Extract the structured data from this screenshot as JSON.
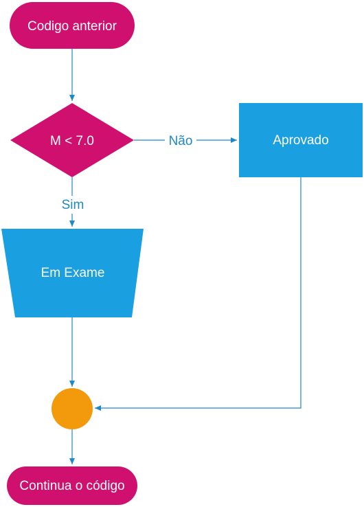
{
  "colors": {
    "terminal": "#d0106e",
    "process": "#1a9fe0",
    "connector": "#f29a0c",
    "edge": "#1e88c8",
    "text_light": "#ffffff"
  },
  "nodes": {
    "start": {
      "label": "Codigo anterior",
      "shape": "terminal"
    },
    "decision": {
      "label": "M < 7.0",
      "shape": "diamond"
    },
    "approved": {
      "label": "Aprovado",
      "shape": "rectangle"
    },
    "exam": {
      "label": "Em Exame",
      "shape": "trapezoid"
    },
    "merge": {
      "label": "",
      "shape": "circle"
    },
    "end": {
      "label": "Continua o código",
      "shape": "terminal"
    }
  },
  "edges": {
    "no_label": "Não",
    "yes_label": "Sim"
  }
}
